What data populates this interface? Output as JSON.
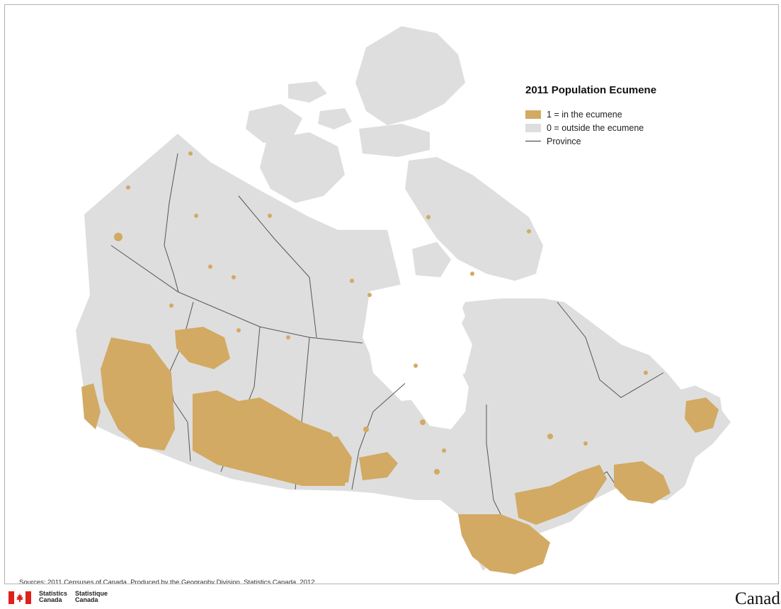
{
  "legend": {
    "title": "2011 Population Ecumene",
    "items": [
      {
        "label": "1 = in the ecumene",
        "color": "#d2aa63",
        "kind": "fill"
      },
      {
        "label": "0 = outside the ecumene",
        "color": "#dedede",
        "kind": "fill"
      },
      {
        "label": "Province",
        "color": "#333333",
        "kind": "line"
      }
    ]
  },
  "sources": "Sources: 2011 Censuses of Canada. Produced by the Geography Division, Statistics Canada, 2012.",
  "footer": {
    "agency_en_line1": "Statistics",
    "agency_en_line2": "Canada",
    "agency_fr_line1": "Statistique",
    "agency_fr_line2": "Canada",
    "wordmark": "Canada"
  },
  "map_colors": {
    "land": "#dedede",
    "water": "#ffffff",
    "ecumene": "#d2aa63",
    "border": "#555555"
  }
}
